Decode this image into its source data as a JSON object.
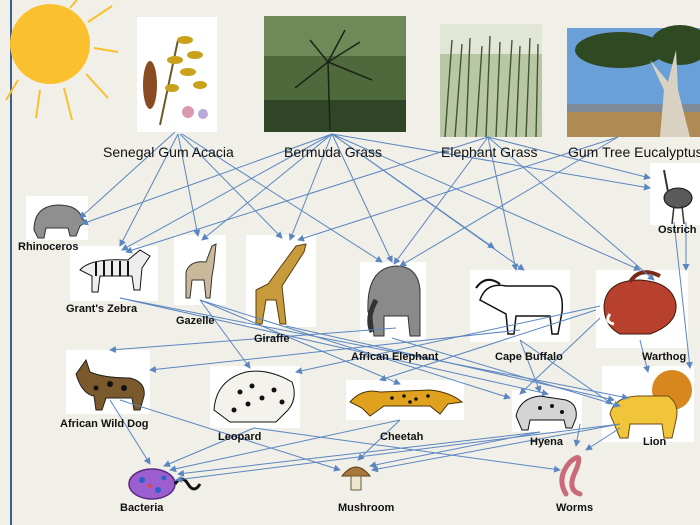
{
  "producers": [
    {
      "id": "acacia",
      "label": "Senegal Gum Acacia"
    },
    {
      "id": "bermuda",
      "label": "Bermuda Grass"
    },
    {
      "id": "elephantgrass",
      "label": "Elephant Grass"
    },
    {
      "id": "eucalyptus",
      "label": "Gum Tree Eucalyptus"
    }
  ],
  "consumers": [
    {
      "id": "rhino",
      "label": "Rhinoceros"
    },
    {
      "id": "zebra",
      "label": "Grant's Zebra"
    },
    {
      "id": "gazelle",
      "label": "Gazelle"
    },
    {
      "id": "giraffe",
      "label": "Giraffe"
    },
    {
      "id": "elephant",
      "label": "African Elephant"
    },
    {
      "id": "buffalo",
      "label": "Cape Buffalo"
    },
    {
      "id": "warthog",
      "label": "Warthog"
    },
    {
      "id": "ostrich",
      "label": "Ostrich"
    },
    {
      "id": "wilddog",
      "label": "African Wild Dog"
    },
    {
      "id": "leopard",
      "label": "Leopard"
    },
    {
      "id": "cheetah",
      "label": "Cheetah"
    },
    {
      "id": "hyena",
      "label": "Hyena"
    },
    {
      "id": "lion",
      "label": "Lion"
    }
  ],
  "decomposers": [
    {
      "id": "bacteria",
      "label": "Bacteria"
    },
    {
      "id": "mushroom",
      "label": "Mushroom"
    },
    {
      "id": "worms",
      "label": "Worms"
    }
  ],
  "colors": {
    "arrow": "#5b86c0",
    "sun": "#fbc02d",
    "background": "#f0efe8"
  }
}
